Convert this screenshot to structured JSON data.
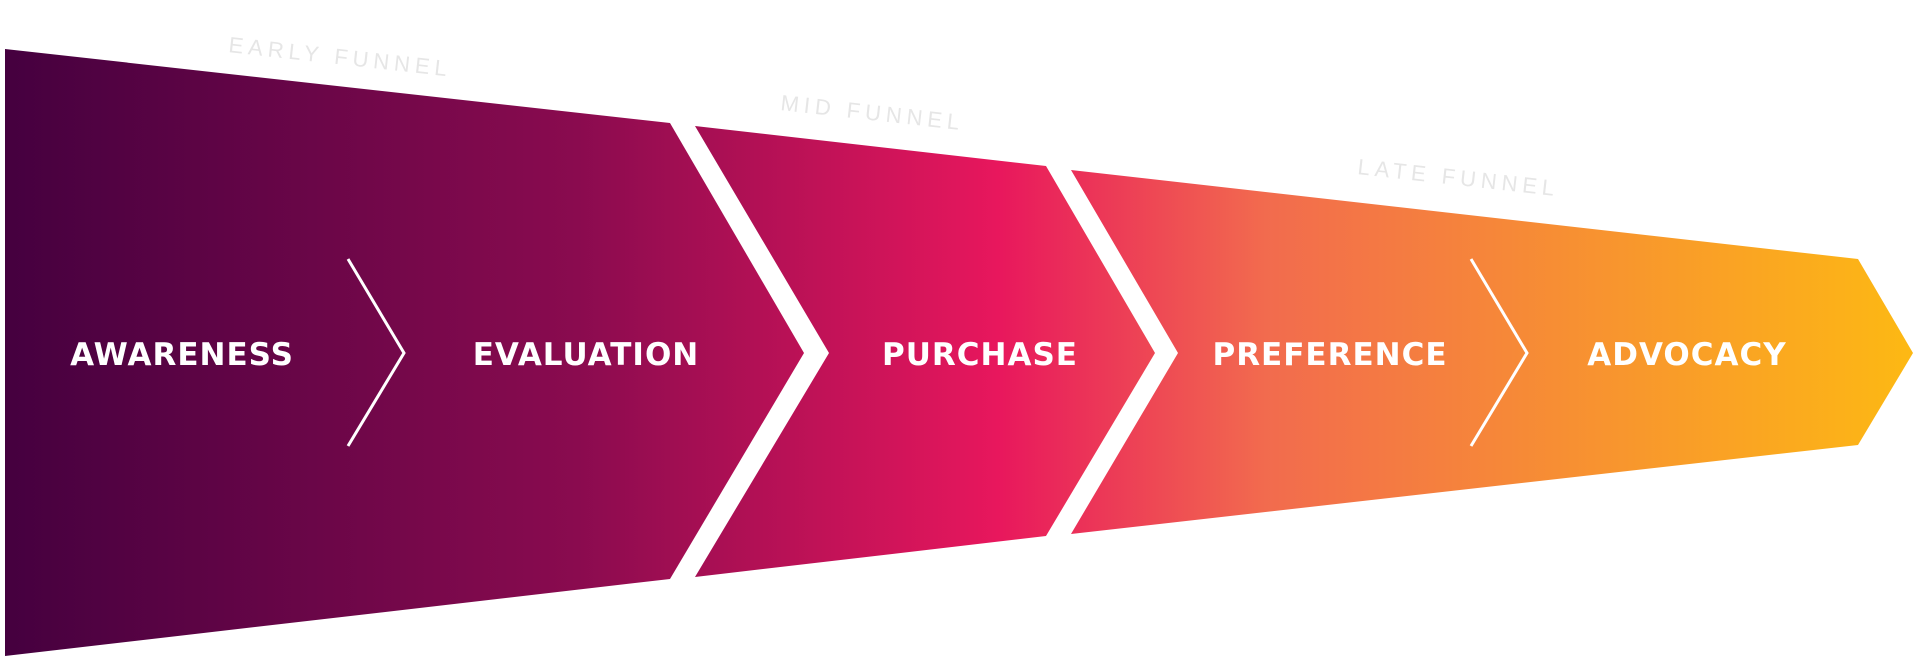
{
  "diagram": {
    "sections": [
      {
        "label": "EARLY FUNNEL"
      },
      {
        "label": "MID FUNNEL"
      },
      {
        "label": "LATE FUNNEL"
      }
    ],
    "stages": [
      {
        "label": "AWARENESS"
      },
      {
        "label": "EVALUATION"
      },
      {
        "label": "PURCHASE"
      },
      {
        "label": "PREFERENCE"
      },
      {
        "label": "ADVOCACY"
      }
    ],
    "colors": {
      "gradient_start": "#45003f",
      "gradient_mid1": "#8a0b4f",
      "gradient_mid2": "#e8175d",
      "gradient_mid3": "#f26b4e",
      "gradient_end": "#fdb913"
    }
  }
}
